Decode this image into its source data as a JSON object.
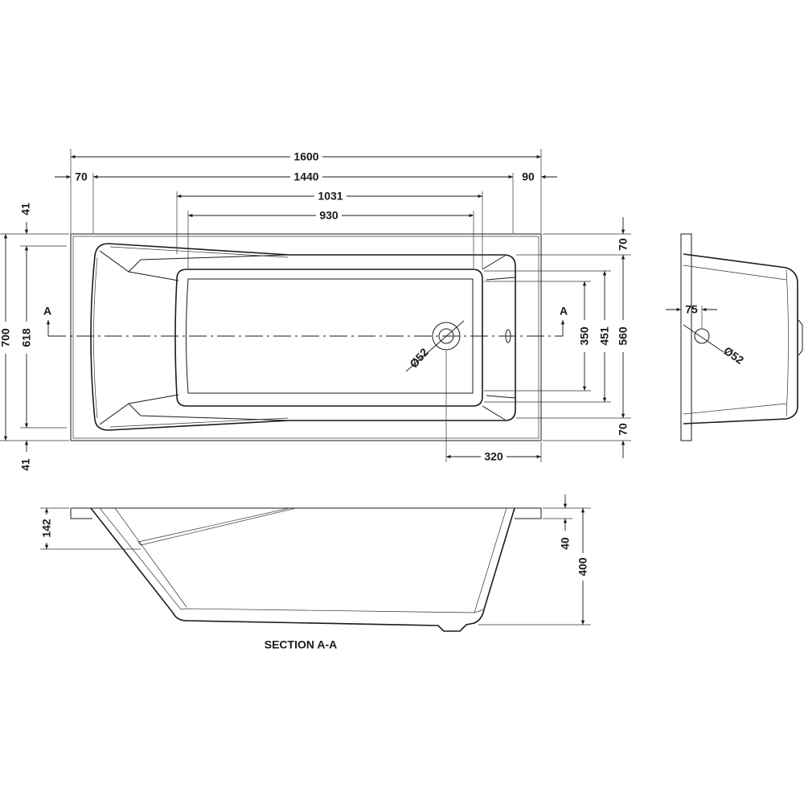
{
  "plan_view": {
    "dims": {
      "overall_length": "1600",
      "left_rim": "70",
      "inner_length": "1440",
      "right_rim": "90",
      "floor_outer_length": "1031",
      "floor_inner_length": "930",
      "overall_width": "700",
      "inner_width_left": "618",
      "top_offset": "41",
      "bottom_offset": "41",
      "top_rim": "70",
      "inner_width_right": "560",
      "floor_outer_width": "451",
      "floor_inner_width": "350",
      "bottom_rim": "70",
      "waste_offset": "320",
      "waste_diameter": "Ø52"
    },
    "section_marker_left": "A",
    "section_marker_right": "A"
  },
  "end_view": {
    "dims": {
      "waste_offset": "75",
      "waste_diameter": "Ø52"
    }
  },
  "section_view": {
    "title": "SECTION A-A",
    "dims": {
      "seat_depth": "142",
      "rim_thickness": "40",
      "overall_depth": "400"
    }
  }
}
